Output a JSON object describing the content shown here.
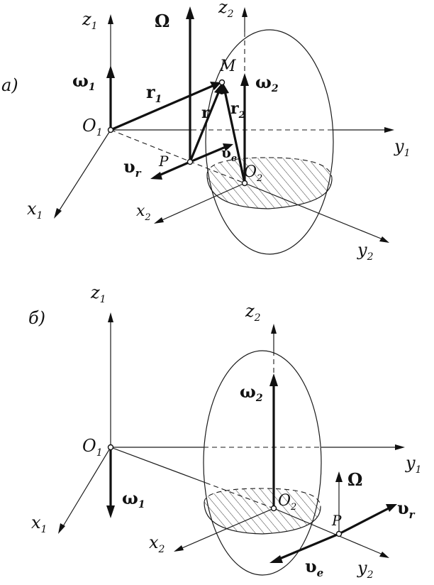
{
  "panels": [
    {
      "id": "a",
      "label": "а)",
      "axes": {
        "z1": "z",
        "y1": "y",
        "x1": "x",
        "z2": "z",
        "y2": "y",
        "x2": "x",
        "sub1": "1",
        "sub2": "2"
      },
      "origin1": {
        "main": "O",
        "sub": "1"
      },
      "origin2": {
        "main": "O",
        "sub": "2"
      },
      "point_m": "M",
      "point_p": "P",
      "vectors": {
        "omega1": {
          "main": "ω",
          "sub": "1"
        },
        "omega2": {
          "main": "ω",
          "sub": "2"
        },
        "Omega": "Ω",
        "r1": {
          "main": "r",
          "sub": "1"
        },
        "r2": {
          "main": "r",
          "sub": "2"
        },
        "r": "r",
        "vr": {
          "main": "υ",
          "sub": "r"
        },
        "ve": {
          "main": "υ",
          "sub": "e"
        }
      }
    },
    {
      "id": "b",
      "label": "б)",
      "axes": {
        "z1": "z",
        "y1": "y",
        "x1": "x",
        "z2": "z",
        "y2": "y",
        "x2": "x",
        "sub1": "1",
        "sub2": "2"
      },
      "origin1": {
        "main": "O",
        "sub": "1"
      },
      "origin2": {
        "main": "O",
        "sub": "2"
      },
      "point_p": "P",
      "vectors": {
        "omega1": {
          "main": "ω",
          "sub": "1"
        },
        "omega2": {
          "main": "ω",
          "sub": "2"
        },
        "Omega": "Ω",
        "vr": {
          "main": "υ",
          "sub": "r"
        },
        "ve": {
          "main": "υ",
          "sub": "e"
        }
      }
    }
  ]
}
